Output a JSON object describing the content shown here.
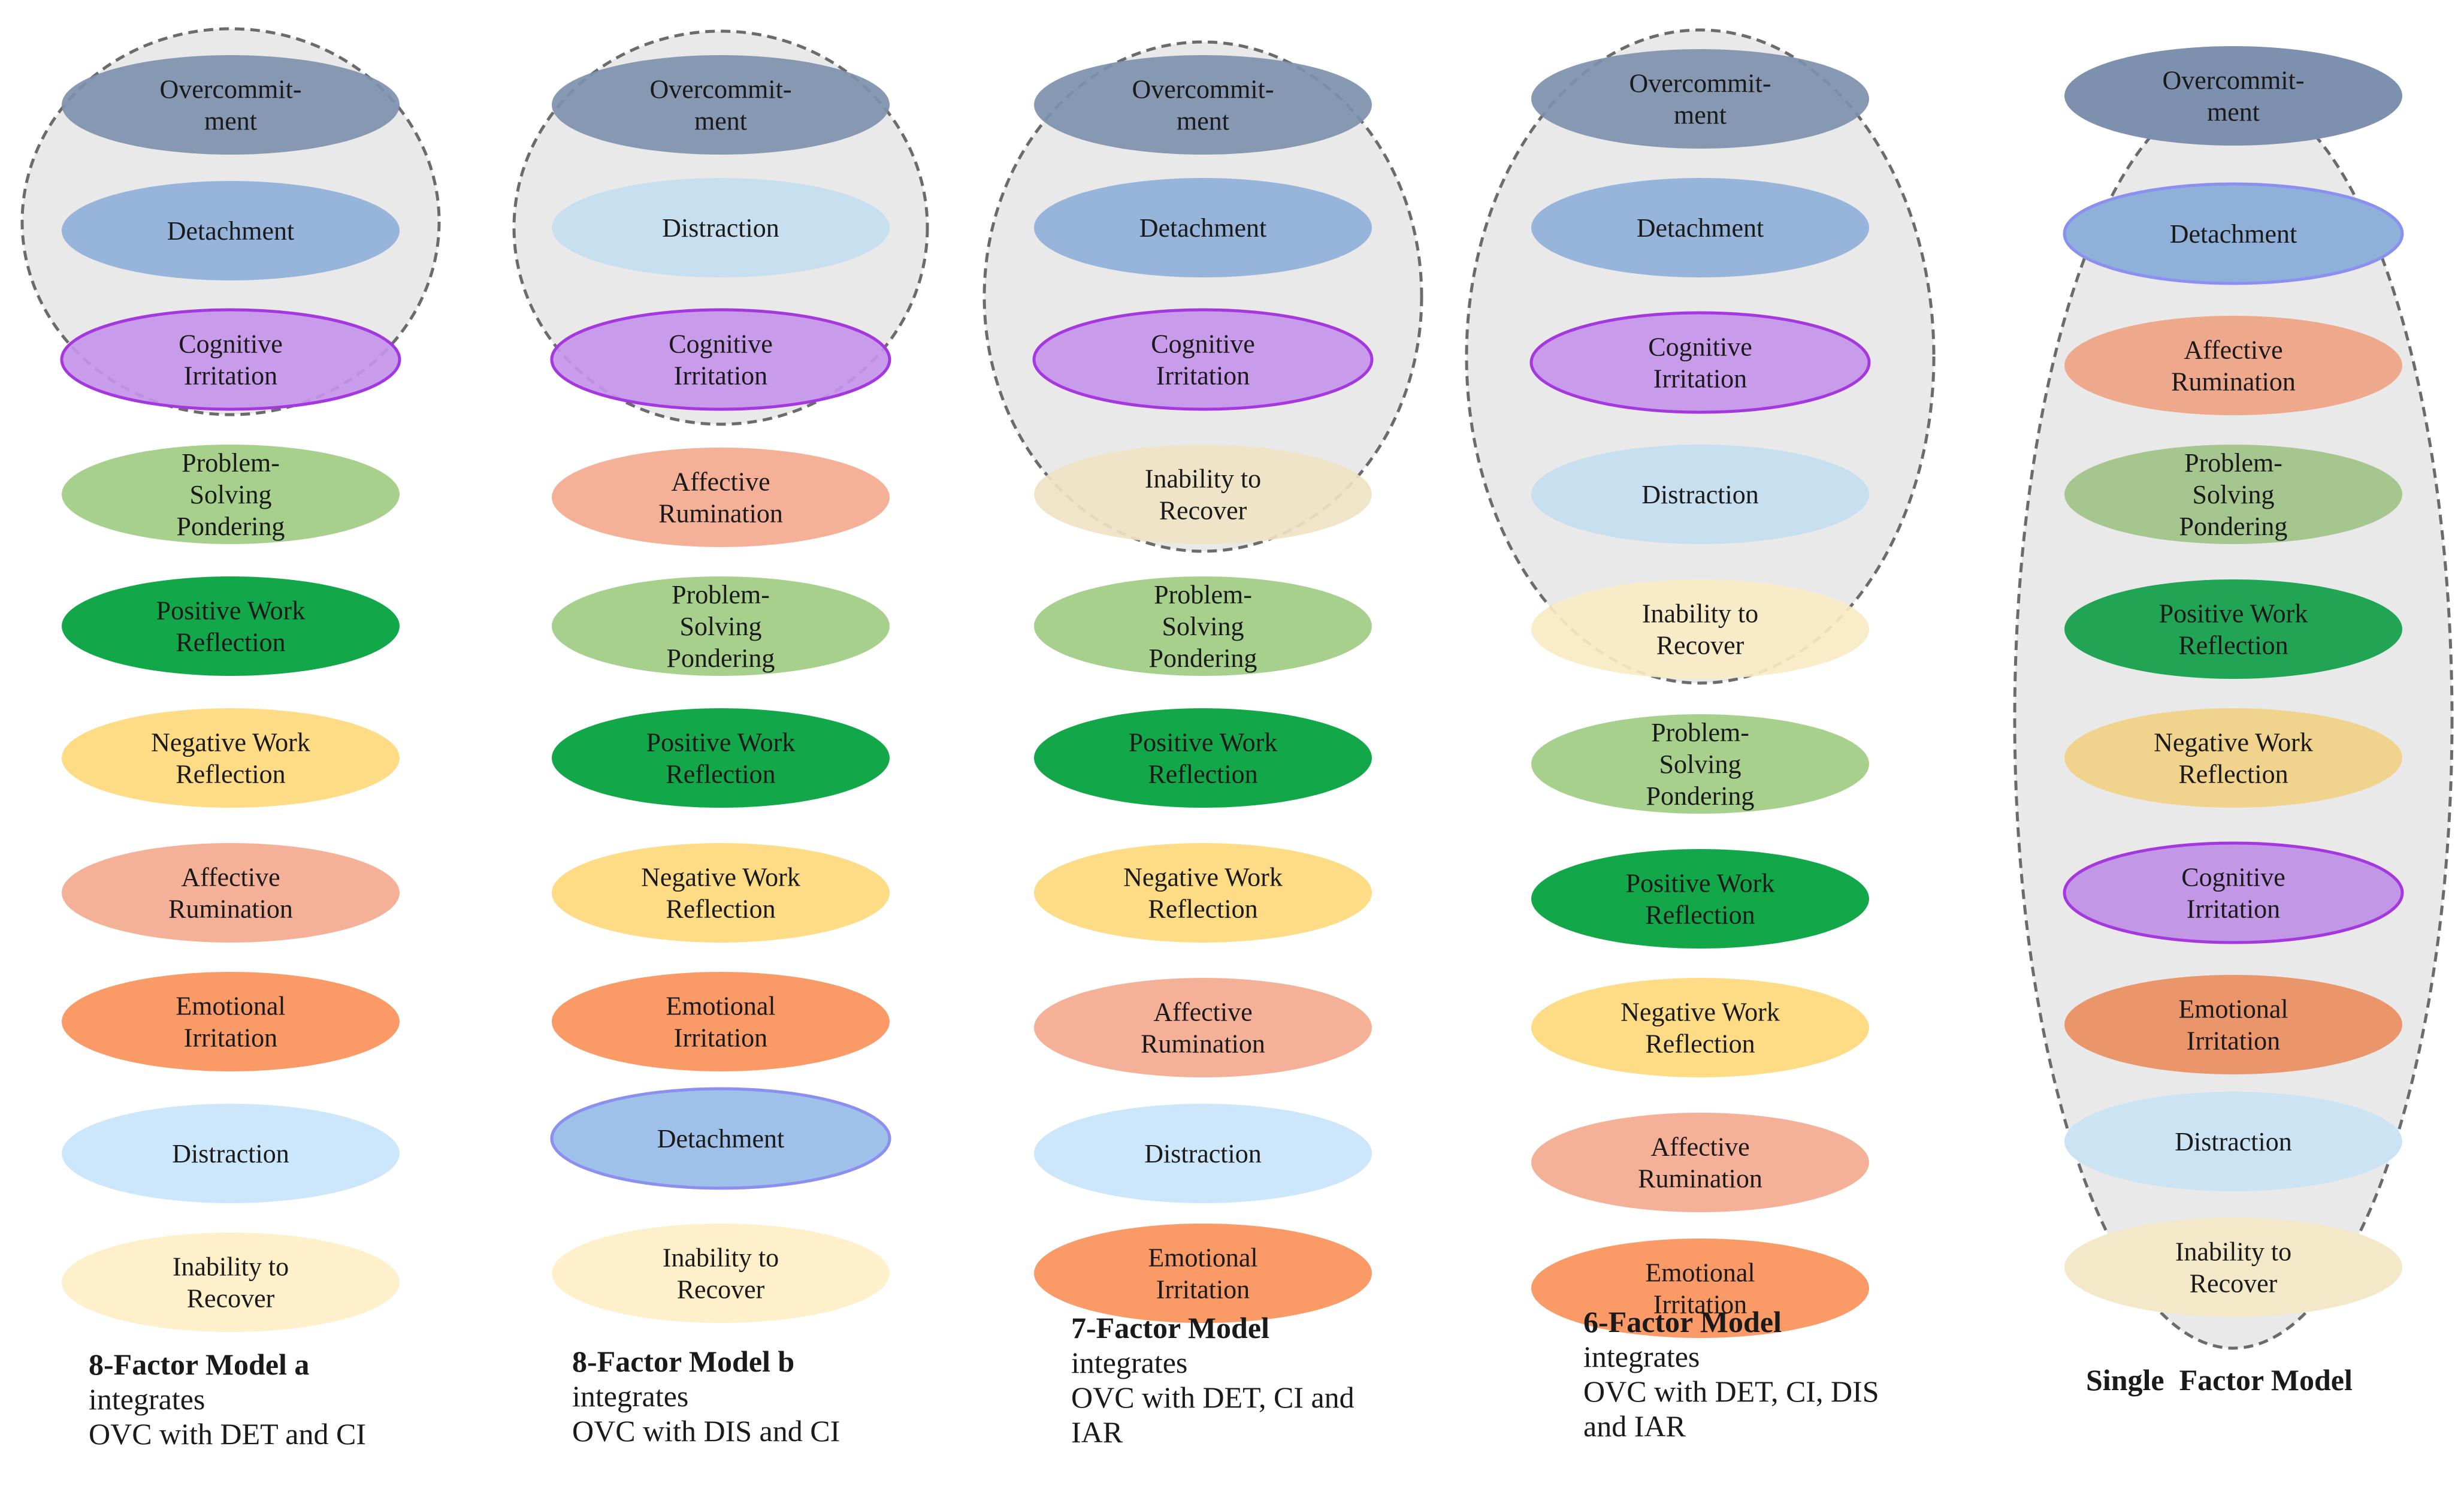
{
  "models": [
    {
      "id": "8a",
      "title": "8-Factor Model a",
      "caption_lines": [
        "integrates",
        "OVC with DET and CI"
      ],
      "grouped": [
        "Overcommitment",
        "Detachment",
        "Cognitive Irritation"
      ],
      "factors": [
        {
          "name": "overcommitment",
          "lines": [
            "Overcommit-",
            "ment"
          ],
          "color": "#7d90ad",
          "grouped": true
        },
        {
          "name": "detachment",
          "lines": [
            "Detachment"
          ],
          "color": "#8fb0d9",
          "grouped": true
        },
        {
          "name": "cognitive-irritation",
          "lines": [
            "Cognitive",
            "Irritation"
          ],
          "color": "#c495ea",
          "stroke": "#a537de",
          "grouped": true
        },
        {
          "name": "problem-solving-pondering",
          "lines": [
            "Problem-",
            "Solving",
            "Pondering"
          ],
          "color": "#a6d08c"
        },
        {
          "name": "positive-work-reflection",
          "lines": [
            "Positive Work",
            "Reflection"
          ],
          "color": "#12a84a"
        },
        {
          "name": "negative-work-reflection",
          "lines": [
            "Negative Work",
            "Reflection"
          ],
          "color": "#fedc86"
        },
        {
          "name": "affective-rumination",
          "lines": [
            "Affective",
            "Rumination"
          ],
          "color": "#f5b198"
        },
        {
          "name": "emotional-irritation",
          "lines": [
            "Emotional",
            "Irritation"
          ],
          "color": "#fa9a66"
        },
        {
          "name": "distraction",
          "lines": [
            "Distraction"
          ],
          "color": "#cce7fb"
        },
        {
          "name": "inability-to-recover",
          "lines": [
            "Inability to",
            "Recover"
          ],
          "color": "#fff0cc"
        }
      ]
    },
    {
      "id": "8b",
      "title": "8-Factor Model b",
      "caption_lines": [
        "integrates",
        "OVC with DIS and CI"
      ],
      "grouped": [
        "Overcommitment",
        "Distraction",
        "Cognitive Irritation"
      ],
      "factors": [
        {
          "name": "overcommitment",
          "lines": [
            "Overcommit-",
            "ment"
          ],
          "color": "#7d90ad",
          "grouped": true
        },
        {
          "name": "distraction",
          "lines": [
            "Distraction"
          ],
          "color": "#c3ddef",
          "grouped": true
        },
        {
          "name": "cognitive-irritation",
          "lines": [
            "Cognitive",
            "Irritation"
          ],
          "color": "#c495ea",
          "stroke": "#a537de",
          "grouped": true
        },
        {
          "name": "affective-rumination",
          "lines": [
            "Affective",
            "Rumination"
          ],
          "color": "#f5b198"
        },
        {
          "name": "problem-solving-pondering",
          "lines": [
            "Problem-",
            "Solving",
            "Pondering"
          ],
          "color": "#a6d08c"
        },
        {
          "name": "positive-work-reflection",
          "lines": [
            "Positive Work",
            "Reflection"
          ],
          "color": "#12a84a"
        },
        {
          "name": "negative-work-reflection",
          "lines": [
            "Negative Work",
            "Reflection"
          ],
          "color": "#fedc86"
        },
        {
          "name": "emotional-irritation",
          "lines": [
            "Emotional",
            "Irritation"
          ],
          "color": "#fa9a66"
        },
        {
          "name": "detachment",
          "lines": [
            "Detachment"
          ],
          "color": "#9fc0e8",
          "stroke": "#8a8ff0"
        },
        {
          "name": "inability-to-recover",
          "lines": [
            "Inability to",
            "Recover"
          ],
          "color": "#fff0cc"
        }
      ]
    },
    {
      "id": "7",
      "title": "7-Factor Model",
      "caption_lines": [
        "integrates",
        "OVC with DET, CI and",
        "IAR"
      ],
      "grouped": [
        "Overcommitment",
        "Detachment",
        "Cognitive Irritation",
        "Inability to Recover"
      ],
      "factors": [
        {
          "name": "overcommitment",
          "lines": [
            "Overcommit-",
            "ment"
          ],
          "color": "#7d90ad",
          "grouped": true
        },
        {
          "name": "detachment",
          "lines": [
            "Detachment"
          ],
          "color": "#8fb0d9",
          "grouped": true
        },
        {
          "name": "cognitive-irritation",
          "lines": [
            "Cognitive",
            "Irritation"
          ],
          "color": "#c495ea",
          "stroke": "#a537de",
          "grouped": true
        },
        {
          "name": "inability-to-recover",
          "lines": [
            "Inability to",
            "Recover"
          ],
          "color": "#f0e3c4",
          "grouped": true
        },
        {
          "name": "problem-solving-pondering",
          "lines": [
            "Problem-",
            "Solving",
            "Pondering"
          ],
          "color": "#a6d08c"
        },
        {
          "name": "positive-work-reflection",
          "lines": [
            "Positive Work",
            "Reflection"
          ],
          "color": "#12a84a"
        },
        {
          "name": "negative-work-reflection",
          "lines": [
            "Negative Work",
            "Reflection"
          ],
          "color": "#fedc86"
        },
        {
          "name": "affective-rumination",
          "lines": [
            "Affective",
            "Rumination"
          ],
          "color": "#f5b198"
        },
        {
          "name": "distraction",
          "lines": [
            "Distraction"
          ],
          "color": "#cce7fb"
        },
        {
          "name": "emotional-irritation",
          "lines": [
            "Emotional",
            "Irritation"
          ],
          "color": "#fa9a66"
        }
      ]
    },
    {
      "id": "6",
      "title": "6-Factor Model",
      "caption_lines": [
        "integrates",
        "OVC with DET, CI, DIS",
        "and IAR"
      ],
      "grouped": [
        "Overcommitment",
        "Detachment",
        "Cognitive Irritation",
        "Distraction",
        "Inability to Recover"
      ],
      "factors": [
        {
          "name": "overcommitment",
          "lines": [
            "Overcommit-",
            "ment"
          ],
          "color": "#7d90ad",
          "grouped": true
        },
        {
          "name": "detachment",
          "lines": [
            "Detachment"
          ],
          "color": "#8fb0d9",
          "grouped": true
        },
        {
          "name": "cognitive-irritation",
          "lines": [
            "Cognitive",
            "Irritation"
          ],
          "color": "#c495ea",
          "stroke": "#a537de",
          "grouped": true
        },
        {
          "name": "distraction",
          "lines": [
            "Distraction"
          ],
          "color": "#c3ddef",
          "grouped": true
        },
        {
          "name": "inability-to-recover",
          "lines": [
            "Inability to",
            "Recover"
          ],
          "color": "#f9ebc4",
          "grouped": true
        },
        {
          "name": "problem-solving-pondering",
          "lines": [
            "Problem-",
            "Solving",
            "Pondering"
          ],
          "color": "#a6d08c"
        },
        {
          "name": "positive-work-reflection",
          "lines": [
            "Positive Work",
            "Reflection"
          ],
          "color": "#12a84a"
        },
        {
          "name": "negative-work-reflection",
          "lines": [
            "Negative Work",
            "Reflection"
          ],
          "color": "#fedc86"
        },
        {
          "name": "affective-rumination",
          "lines": [
            "Affective",
            "Rumination"
          ],
          "color": "#f5b198"
        },
        {
          "name": "emotional-irritation",
          "lines": [
            "Emotional",
            "Irritation"
          ],
          "color": "#fa9a66"
        }
      ]
    },
    {
      "id": "1",
      "title": "Single  Factor Model",
      "caption_lines": [],
      "grouped": [
        "all"
      ],
      "factors": [
        {
          "name": "overcommitment",
          "lines": [
            "Overcommit-",
            "ment"
          ],
          "color": "#7d90ad",
          "grouped": true
        },
        {
          "name": "detachment",
          "lines": [
            "Detachment"
          ],
          "color": "#8fb0d9",
          "stroke": "#8a8ff0",
          "grouped": true
        },
        {
          "name": "affective-rumination",
          "lines": [
            "Affective",
            "Rumination"
          ],
          "color": "#eea98d",
          "grouped": true
        },
        {
          "name": "problem-solving-pondering",
          "lines": [
            "Problem-",
            "Solving",
            "Pondering"
          ],
          "color": "#a6c68f",
          "grouped": true
        },
        {
          "name": "positive-work-reflection",
          "lines": [
            "Positive Work",
            "Reflection"
          ],
          "color": "#22a455",
          "grouped": true
        },
        {
          "name": "negative-work-reflection",
          "lines": [
            "Negative Work",
            "Reflection"
          ],
          "color": "#f0d38c",
          "grouped": true
        },
        {
          "name": "cognitive-irritation",
          "lines": [
            "Cognitive",
            "Irritation"
          ],
          "color": "#c197e6",
          "stroke": "#a537de",
          "grouped": true
        },
        {
          "name": "emotional-irritation",
          "lines": [
            "Emotional",
            "Irritation"
          ],
          "color": "#eb956b",
          "grouped": true
        },
        {
          "name": "distraction",
          "lines": [
            "Distraction"
          ],
          "color": "#cce3f4",
          "grouped": true
        },
        {
          "name": "inability-to-recover",
          "lines": [
            "Inability to",
            "Recover"
          ],
          "color": "#f3e8c8",
          "grouped": true
        }
      ]
    }
  ],
  "colors": {
    "group_fill": "#e1e1e1",
    "group_stroke": "#6b6b6b",
    "text": "#1a1a1a"
  }
}
